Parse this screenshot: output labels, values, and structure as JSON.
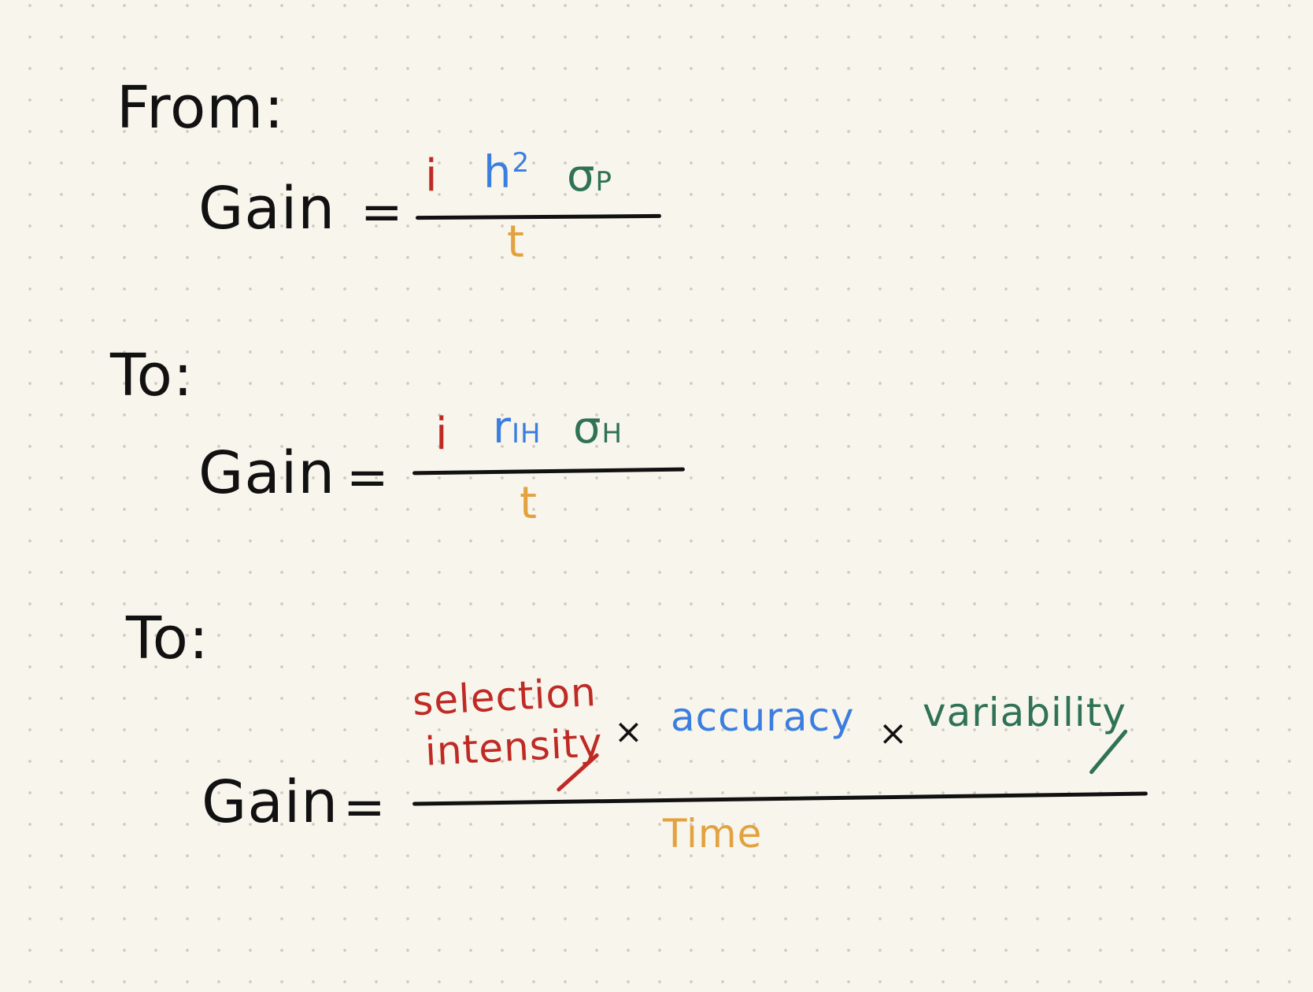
{
  "section1": {
    "heading": "From:",
    "lhs": "Gain",
    "equals": "=",
    "num_i": "i",
    "num_h": "h",
    "num_h_sup": "2",
    "num_sigma": "σ",
    "num_sigma_sub": "P",
    "den": "t"
  },
  "section2": {
    "heading": "To:",
    "lhs": "Gain",
    "equals": "=",
    "num_i": "i",
    "num_r": "r",
    "num_r_sub": "IH",
    "num_sigma": "σ",
    "num_sigma_sub": "H",
    "den": "t"
  },
  "section3": {
    "heading": "To:",
    "lhs": "Gain",
    "equals": "=",
    "num_word1_line1": "selection",
    "num_word1_line2": "intensity",
    "times1": "×",
    "num_word2": "accuracy",
    "times2": "×",
    "num_word3": "variability",
    "den": "Time"
  },
  "colors": {
    "background": "#f8f5ec",
    "ink": "#111111",
    "selection": "#bf2a25",
    "accuracy": "#3b7ee0",
    "variability": "#2f7256",
    "time": "#e2a23f"
  }
}
